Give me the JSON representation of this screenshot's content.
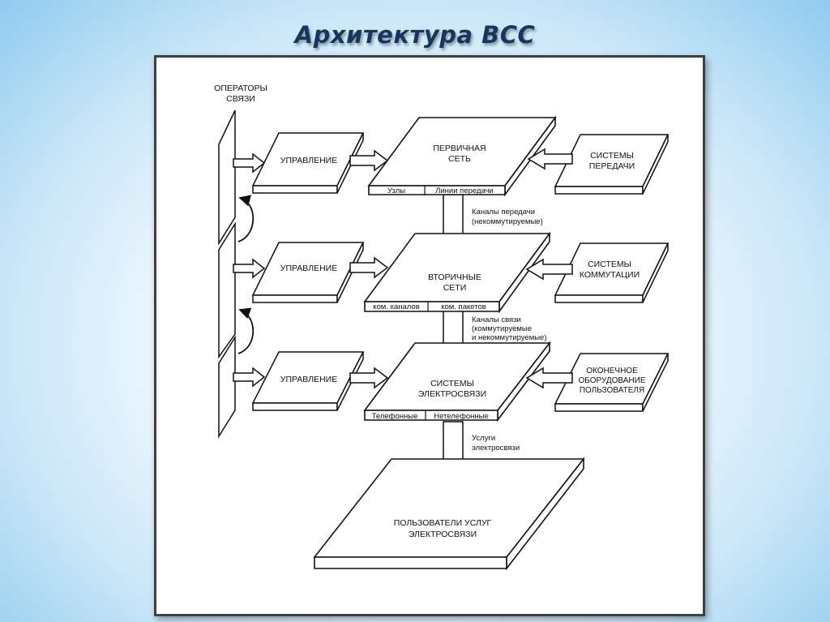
{
  "slide": {
    "title": "Архитектура ВСС"
  },
  "diagram": {
    "operators_label_1": "ОПЕРАТОРЫ",
    "operators_label_2": "СВЯЗИ",
    "control_label": "УПРАВЛЕНИЕ",
    "primary": {
      "title_1": "ПЕРВИЧНАЯ",
      "title_2": "СЕТЬ",
      "tab_left": "Узлы",
      "tab_right": "Линии передачи"
    },
    "secondary": {
      "title_1": "ВТОРИЧНЫЕ",
      "title_2": "СЕТИ",
      "tab_left": "ком. каналов",
      "tab_right": "ком. пакетов"
    },
    "telecom": {
      "title_1": "СИСТЕМЫ",
      "title_2": "ЭЛЕКТРОСВЯЗИ",
      "tab_left": "Телефонные",
      "tab_right": "Нетелефонные"
    },
    "users": {
      "title_1": "ПОЛЬЗОВАТЕЛИ УСЛУГ",
      "title_2": "ЭЛЕКТРОСВЯЗИ"
    },
    "transmission_systems": {
      "line_1": "СИСТЕМЫ",
      "line_2": "ПЕРЕДАЧИ"
    },
    "switching_systems": {
      "line_1": "СИСТЕМЫ",
      "line_2": "КОММУТАЦИИ"
    },
    "terminal_equipment": {
      "line_1": "ОКОНЕЧНОЕ",
      "line_2": "ОБОРУДОВАНИЕ",
      "line_3": "ПОЛЬЗОВАТЕЛЯ"
    },
    "link_1": {
      "line_1": "Каналы передачи",
      "line_2": "(некоммутируемые)"
    },
    "link_2": {
      "line_1": "Каналы связи",
      "line_2": "(коммутируемые",
      "line_3": "и некоммутируемые)"
    },
    "link_3": {
      "line_1": "Услуги",
      "line_2": "электросвязи"
    }
  }
}
